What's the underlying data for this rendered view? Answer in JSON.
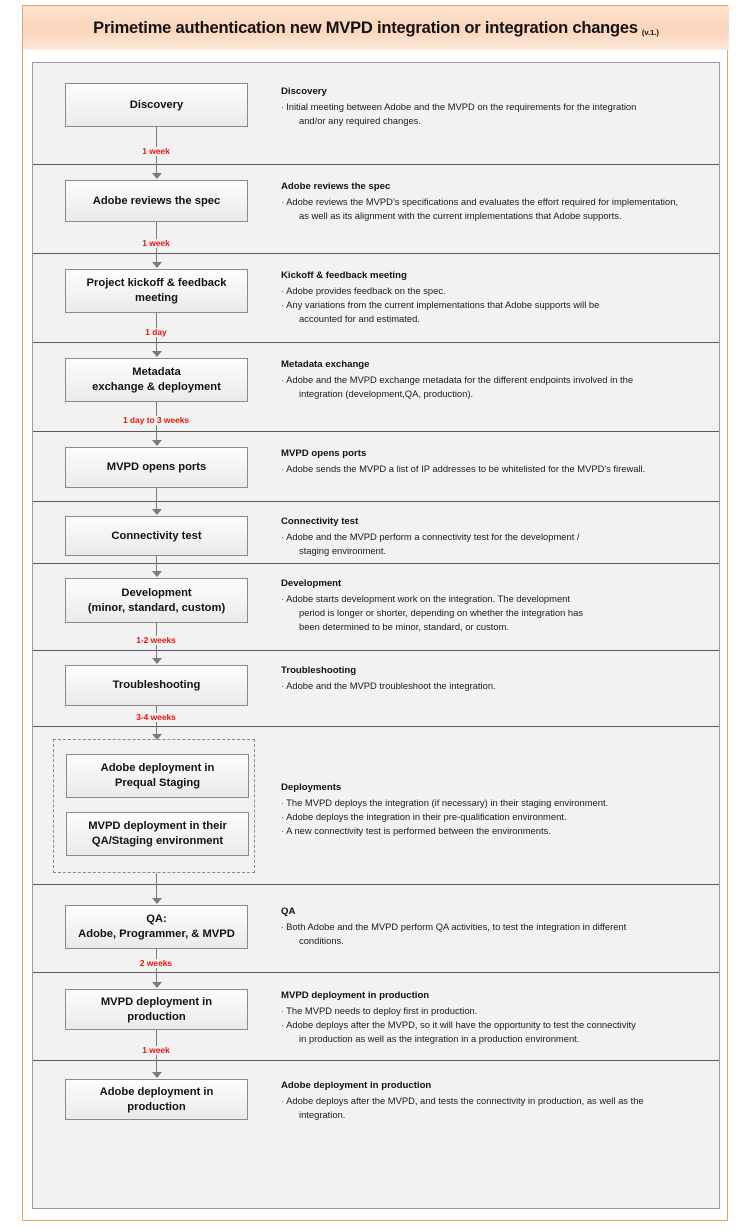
{
  "header": {
    "title": "Primetime authentication new MVPD integration or integration changes",
    "version": "(v.1.)",
    "banner_color": "#fbd5bb",
    "frame_color": "#e0a868",
    "duration_color": "#e8140e"
  },
  "flow": {
    "rows": [
      {
        "step_label": "Discovery",
        "duration": "1 week",
        "desc_title": "Discovery",
        "desc_items": [
          "Initial meeting between Adobe and the MVPD on the requirements for the integration",
          "and/or any required changes."
        ]
      },
      {
        "step_label": "Adobe reviews the spec",
        "duration": "1 week",
        "desc_title": "Adobe reviews the spec",
        "desc_items": [
          "Adobe reviews the MVPD's specifications and evaluates the effort required for implementation,",
          "as well as its alignment with the current implementations that Adobe supports."
        ]
      },
      {
        "step_label": "Project kickoff & feedback meeting",
        "duration": "1 day",
        "desc_title": "Kickoff & feedback meeting",
        "desc_items": [
          "Adobe provides feedback on the spec.",
          "Any variations from the current implementations that Adobe supports will be",
          "accounted for and estimated."
        ]
      },
      {
        "step_label": "Metadata exchange & deployment",
        "duration": "1 day to 3 weeks",
        "desc_title": "Metadata exchange",
        "desc_items": [
          "Adobe and the MVPD exchange metadata for the different endpoints involved in the",
          "integration (development,QA, production)."
        ]
      },
      {
        "step_label": "MVPD opens ports",
        "duration": "",
        "desc_title": "MVPD opens ports",
        "desc_items": [
          "Adobe sends the MVPD a list of IP addresses to be whitelisted for the MVPD's firewall."
        ]
      },
      {
        "step_label": "Connectivity test",
        "duration": "",
        "desc_title": "Connectivity test",
        "desc_items": [
          "Adobe and the MVPD perform a connectivity test for the development /",
          "staging environment."
        ]
      },
      {
        "step_label": "Development (minor, standard, custom)",
        "duration": "1-2 weeks",
        "desc_title": "Development",
        "desc_items": [
          "Adobe starts development work on the integration. The development",
          "period is longer or shorter, depending on whether the integration has",
          "been determined to be minor, standard, or custom."
        ]
      },
      {
        "step_label": "Troubleshooting",
        "duration": "3-4 weeks",
        "desc_title": "Troubleshooting",
        "desc_items": [
          "Adobe and the MVPD troubleshoot the integration."
        ]
      },
      {
        "step_label_a": "Adobe deployment in Prequal Staging",
        "step_label_b": "MVPD deployment in their QA/Staging environment",
        "duration": "",
        "desc_title": "Deployments",
        "desc_items": [
          "The MVPD deploys the integration (if necessary) in their staging environment.",
          "Adobe deploys the integration in their pre-qualification environment.",
          "A new connectivity test is performed between the environments."
        ]
      },
      {
        "step_label": "QA: Adobe, Programmer, & MVPD",
        "duration": "2 weeks",
        "desc_title": "QA",
        "desc_items": [
          "Both Adobe and the MVPD perform QA activities, to test the integration in different",
          "conditions."
        ]
      },
      {
        "step_label": "MVPD deployment in production",
        "duration": "1 week",
        "desc_title": "MVPD deployment in production",
        "desc_items": [
          "The MVPD needs to deploy first in production.",
          "Adobe deploys after the MVPD, so it will have the opportunity to test the connectivity",
          "in production as well as the integration in a production environment."
        ]
      },
      {
        "step_label": "Adobe deployment in production",
        "duration": "",
        "desc_title": "Adobe deployment in production",
        "desc_items": [
          "Adobe deploys after the MVPD, and tests the connectivity in production, as well as the",
          "integration."
        ]
      }
    ]
  },
  "step_lines": {
    "r0": [
      "Discovery"
    ],
    "r1": [
      "Adobe reviews the spec"
    ],
    "r2": [
      "Project kickoff & feedback",
      "meeting"
    ],
    "r3": [
      "Metadata",
      "exchange & deployment"
    ],
    "r4": [
      "MVPD opens ports"
    ],
    "r5": [
      "Connectivity test"
    ],
    "r6": [
      "Development",
      "(minor, standard, custom)"
    ],
    "r7": [
      "Troubleshooting"
    ],
    "r8a": [
      "Adobe deployment in",
      "Prequal Staging"
    ],
    "r8b": [
      "MVPD deployment in their",
      "QA/Staging environment"
    ],
    "r9": [
      "QA:",
      "Adobe, Programmer, & MVPD"
    ],
    "r10": [
      "MVPD deployment in production"
    ],
    "r11": [
      "Adobe deployment in production"
    ]
  }
}
